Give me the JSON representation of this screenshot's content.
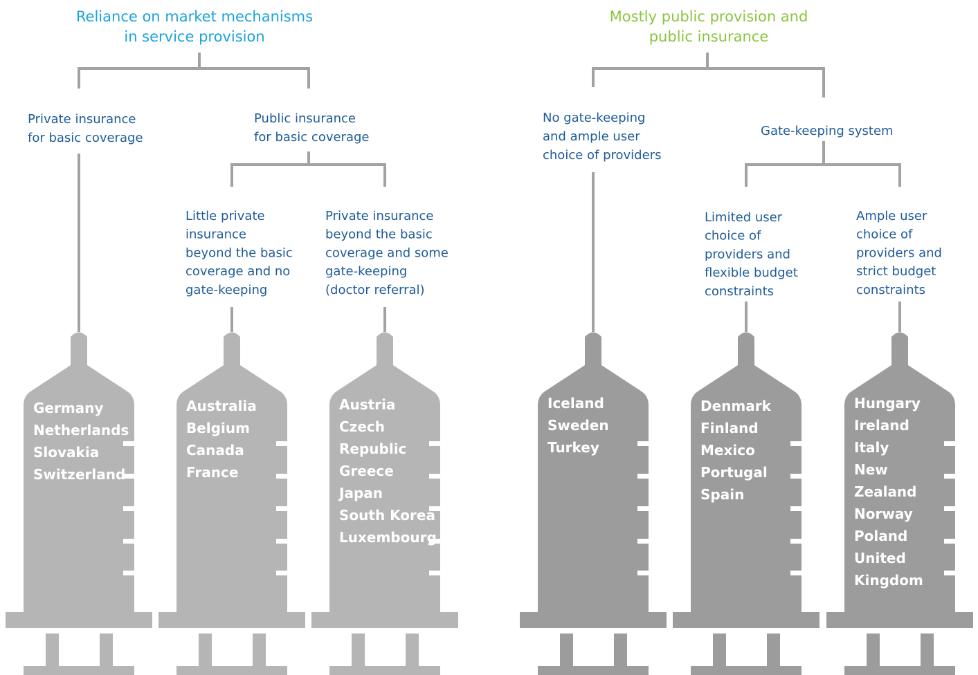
{
  "colors": {
    "left_heading": "#1aa3dc",
    "right_heading": "#8cc43e",
    "label_text": "#1f5b98",
    "connector": "#a2a2a2",
    "syringe_light": "#b5b5b5",
    "syringe_dark": "#9c9c9c",
    "country_text": "#ffffff"
  },
  "groups": [
    {
      "heading": [
        "Reliance on market mechanisms",
        "in service provision"
      ],
      "branches": [
        {
          "label": [
            "Private insurance",
            "for basic coverage"
          ]
        },
        {
          "label": [
            "Public insurance",
            "for basic coverage"
          ]
        }
      ],
      "sub_branches": [
        {
          "label": [
            "Little private",
            "insurance",
            "beyond the basic",
            "coverage and no",
            "gate-keeping"
          ]
        },
        {
          "label": [
            "Private insurance",
            "beyond the basic",
            "coverage and some",
            "gate-keeping",
            "(doctor referral)"
          ]
        }
      ]
    },
    {
      "heading": [
        "Mostly public provision and",
        "public insurance"
      ],
      "branches": [
        {
          "label": [
            "No gate-keeping",
            "and ample user",
            "choice of providers"
          ]
        },
        {
          "label": [
            "Gate-keeping system"
          ]
        }
      ],
      "sub_branches": [
        {
          "label": [
            "Limited user",
            "choice of",
            "providers and",
            "flexible budget",
            "constraints"
          ]
        },
        {
          "label": [
            "Ample user",
            "choice of",
            "providers and",
            "strict budget",
            "constraints"
          ]
        }
      ]
    }
  ],
  "syringes": [
    {
      "shade": "light",
      "countries": [
        "Germany",
        "Netherlands",
        "Slovakia",
        "Switzerland"
      ]
    },
    {
      "shade": "light",
      "countries": [
        "Australia",
        "Belgium",
        "Canada",
        "France"
      ]
    },
    {
      "shade": "light",
      "countries": [
        "Austria",
        "Czech",
        "Republic",
        "Greece",
        "Japan",
        "South Korea",
        "Luxembourg"
      ]
    },
    {
      "shade": "dark",
      "countries": [
        "Iceland",
        "Sweden",
        "Turkey"
      ]
    },
    {
      "shade": "dark",
      "countries": [
        "Denmark",
        "Finland",
        "Mexico",
        "Portugal",
        "Spain"
      ]
    },
    {
      "shade": "dark",
      "countries": [
        "Hungary",
        "Ireland",
        "Italy",
        "New",
        "Zealand",
        "Norway",
        "Poland",
        "United",
        "Kingdom"
      ]
    }
  ]
}
